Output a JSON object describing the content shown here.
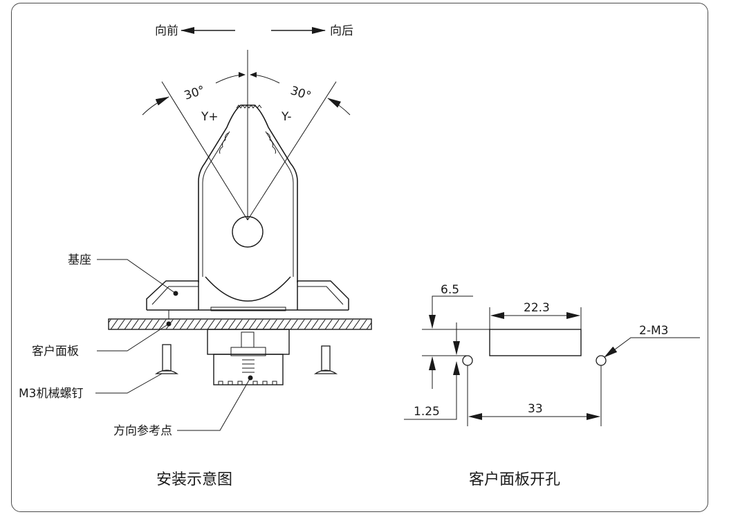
{
  "directions": {
    "forward": "向前",
    "backward": "向后"
  },
  "angles": {
    "left": "30°",
    "right": "30°"
  },
  "axes": {
    "y_plus": "Y+",
    "y_minus": "Y-"
  },
  "callouts": {
    "base": "基座",
    "panel": "客户面板",
    "screw": "M3机械螺钉",
    "reference": "方向参考点"
  },
  "dimensions": {
    "d1": "6.5",
    "d2": "22.3",
    "d3": "2-M3",
    "d4": "1.25",
    "d5": "33"
  },
  "captions": {
    "left": "安装示意图",
    "right": "客户面板开孔"
  }
}
